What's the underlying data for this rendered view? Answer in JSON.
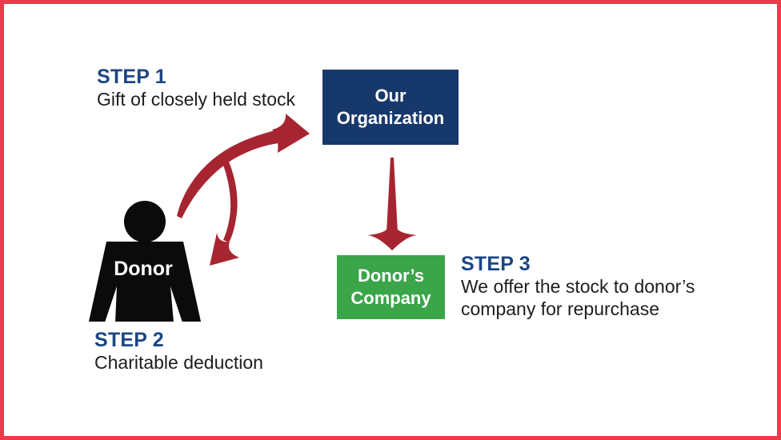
{
  "page": {
    "background": "#ffffff",
    "border_color": "#ed3a4b"
  },
  "colors": {
    "navy_box": "#17386b",
    "green_box": "#3aa549",
    "arrow_red": "#a62531",
    "step_heading_blue": "#1b4584",
    "body_text": "#1d1d1b",
    "figure_black": "#0b0b0b",
    "box_text": "#ffffff"
  },
  "steps": [
    {
      "label": "STEP 1",
      "lines": [
        "Gift of closely held stock"
      ]
    },
    {
      "label": "STEP 2",
      "lines": [
        "Charitable deduction"
      ]
    },
    {
      "label": "STEP 3",
      "lines": [
        "We offer the stock to donor’s",
        "company for repurchase"
      ]
    }
  ],
  "nodes": {
    "organization": {
      "lines": [
        "Our",
        "Organization"
      ]
    },
    "company": {
      "lines": [
        "Donor’s",
        "Company"
      ]
    },
    "donor": {
      "label": "Donor"
    }
  },
  "icons": {
    "step1_arrow": "curved-arrow-donor-to-organization",
    "step2_arrow": "curved-arrow-down-to-donor",
    "step3_arrow": "arrow-organization-to-company",
    "donor_figure": "person-silhouette"
  }
}
